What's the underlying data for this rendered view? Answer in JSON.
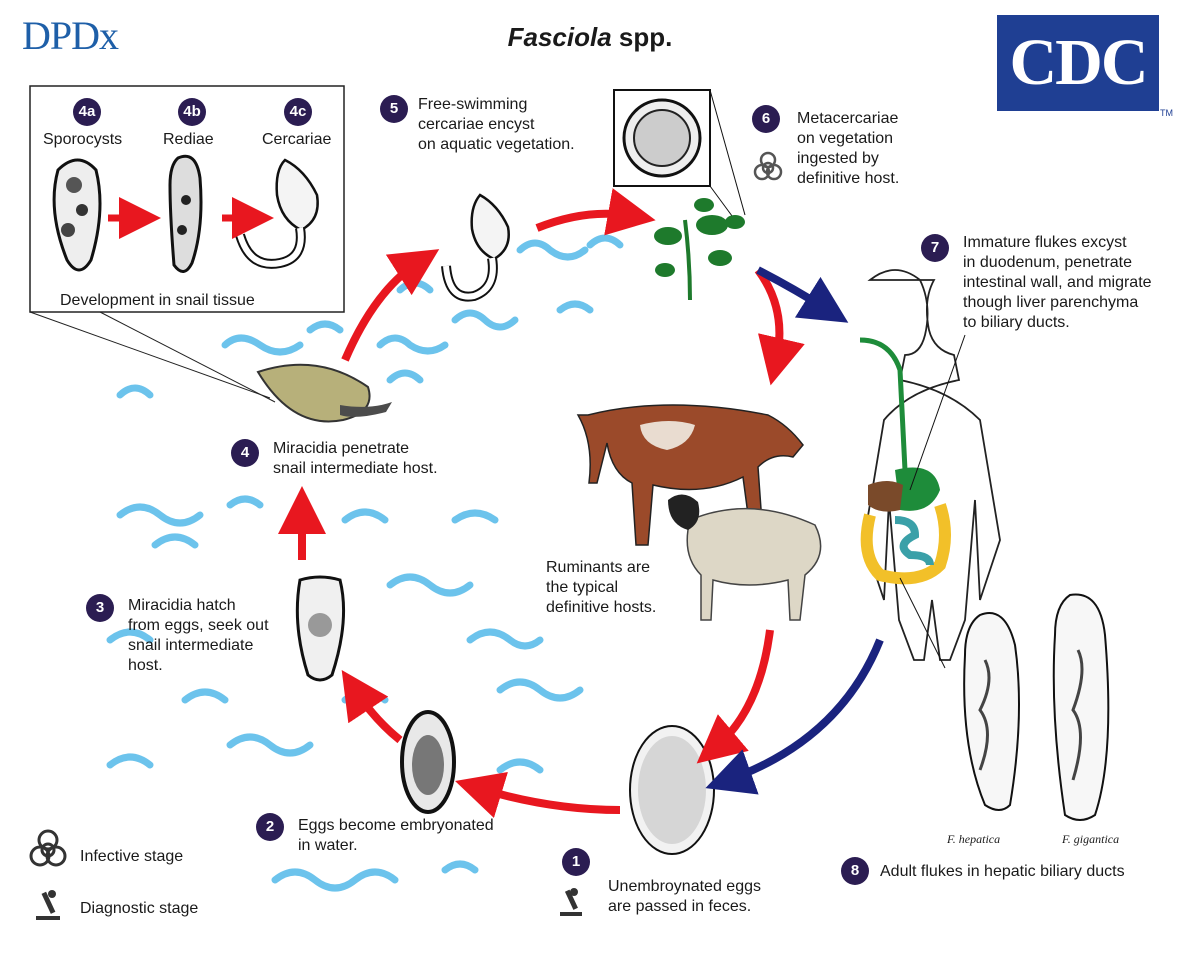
{
  "header": {
    "logo_left": "DPDx",
    "title_italic": "Fasciola",
    "title_rest": " spp.",
    "logo_right": "CDC",
    "logo_right_tm": "TM"
  },
  "stages": {
    "s4a": {
      "num": "4a",
      "label": "Sporocysts"
    },
    "s4b": {
      "num": "4b",
      "label": "Rediae"
    },
    "s4c": {
      "num": "4c",
      "label": "Cercariae"
    },
    "snail_box_caption": "Development in snail tissue",
    "s5": {
      "num": "5",
      "line1": "Free-swimming",
      "line2": "cercariae encyst",
      "line3": "on aquatic vegetation."
    },
    "s6": {
      "num": "6",
      "line1": "Metacercariae",
      "line2": "on vegetation",
      "line3": "ingested by",
      "line4": "definitive host."
    },
    "s7": {
      "num": "7",
      "line1": "Immature flukes excyst",
      "line2": "in duodenum, penetrate",
      "line3": "intestinal wall, and migrate",
      "line4": "though liver parenchyma",
      "line5": "to biliary ducts."
    },
    "s4": {
      "num": "4",
      "line1": "Miracidia penetrate",
      "line2": "snail intermediate host."
    },
    "s3": {
      "num": "3",
      "line1": "Miracidia hatch",
      "line2": "from eggs, seek out",
      "line3": "snail intermediate",
      "line4": "host."
    },
    "ruminants": {
      "line1": "Ruminants are",
      "line2": "the typical",
      "line3": "definitive hosts."
    },
    "s2": {
      "num": "2",
      "line1": "Eggs become embryonated",
      "line2": "in water."
    },
    "s1": {
      "num": "1",
      "line1": "Unembroynated eggs",
      "line2": "are passed in feces."
    },
    "s8": {
      "num": "8",
      "label": "Adult flukes in hepatic biliary ducts"
    },
    "species": {
      "hepatica": "F. hepatica",
      "gigantica": "F. gigantica"
    }
  },
  "legend": {
    "infective": {
      "icon": "biohazard-icon",
      "label": "Infective stage"
    },
    "diagnostic": {
      "icon": "microscope-icon",
      "label": "Diagnostic stage"
    }
  },
  "colors": {
    "red_arrow": "#e8171f",
    "blue_arrow": "#1a237e",
    "badge": "#2b1d52",
    "water": "#6cc3ec",
    "cdc_blue": "#1f3f93",
    "dpdx_blue": "#1e5fa8"
  }
}
